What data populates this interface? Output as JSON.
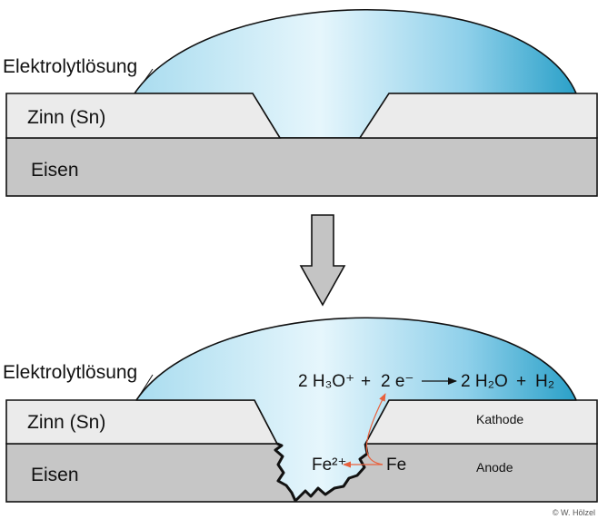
{
  "top_panel": {
    "electrolyte_label": "Elektrolytlösung",
    "tin_label": "Zinn (Sn)",
    "iron_label": "Eisen"
  },
  "bottom_panel": {
    "electrolyte_label": "Elektrolytlösung",
    "tin_label": "Zinn (Sn)",
    "iron_label": "Eisen",
    "cathode_label": "Kathode",
    "anode_label": "Anode",
    "reaction": {
      "reactant_1": "2 H₃O⁺",
      "plus_1": "+",
      "reactant_2": "2 e⁻",
      "product_1": "2 H₂O",
      "plus_2": "+",
      "product_2": "H₂"
    },
    "fe_ion_label": "Fe²⁺",
    "fe_label": "Fe"
  },
  "credit": "© W. Hölzel",
  "colors": {
    "tin": "#ebebeb",
    "iron": "#c6c6c6",
    "electrolyte_light": "#e4f5fb",
    "electrolyte_dark": "#2ea3c9",
    "arrow_red": "#e8603c",
    "transition_arrow": "#c4c4c4"
  }
}
